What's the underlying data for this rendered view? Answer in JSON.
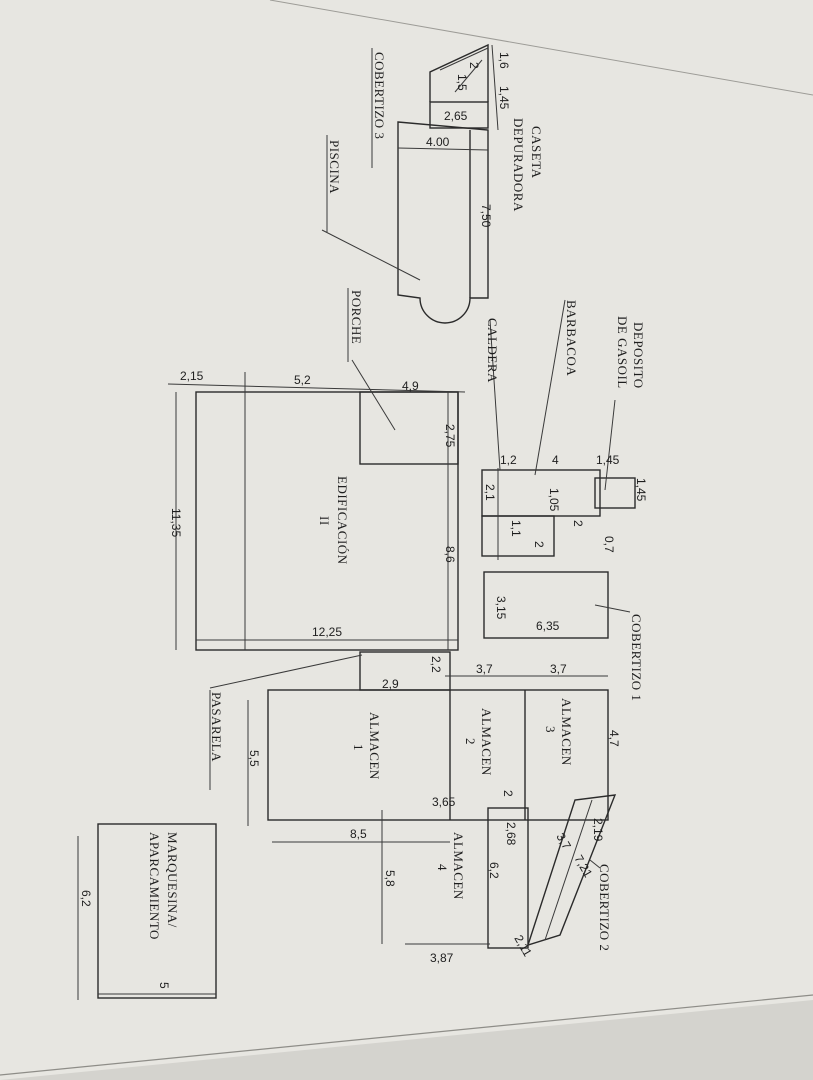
{
  "colors": {
    "paper": "#e7e6e1",
    "ink": "#2b2b2b",
    "background": "#d9d8d3"
  },
  "labels": {
    "cobertizo3": "COBERTIZO 3",
    "caseta_depuradora": "CASETA DEPURADORA",
    "piscina": "PISCINA",
    "porche": "PORCHE",
    "caldera": "CALDERA",
    "barbacoa": "BARBACOA",
    "deposito_gasoil": "DEPOSITO DE GASOIL",
    "edificacion_ii": "EDIFICACIÓN II",
    "cobertizo1": "COBERTIZO 1",
    "almacen3": "ALMACEN 3",
    "almacen2": "ALMACEN 2",
    "almacen1": "ALMACEN 1",
    "almacen4": "ALMACEN 4",
    "cobertizo2": "COBERTIZO 2",
    "pasarela": "PASARELA",
    "marquesina": "MARQUESINA/ APARCAMIENTO"
  },
  "dimensions": {
    "d_1_6": "1,6",
    "d_1_45a": "1,45",
    "d_2_top": "2",
    "d_1_5": "1,5",
    "d_2_65": "2,65",
    "d_4_00": "4.00",
    "d_7_50": "7,50",
    "d_2_15": "2,15",
    "d_5_2": "5,2",
    "d_4_9": "4,9",
    "d_2_75": "2,75",
    "d_8_6": "8,6",
    "d_11_35": "11,35",
    "d_12_25": "12,25",
    "d_1_2": "1,2",
    "d_4": "4",
    "d_1_45b": "1,45",
    "d_1_45c": "1,45",
    "d_2_1": "2,1",
    "d_1_05": "1,05",
    "d_2_mid": "2",
    "d_1_1": "1,1",
    "d_2_bot": "2",
    "d_0_7": "0,7",
    "d_3_15": "3,15",
    "d_6_35": "6,35",
    "d_2_2": "2,2",
    "d_2_9": "2,9",
    "d_3_7a": "3,7",
    "d_3_7b": "3,7",
    "d_4_7": "4,7",
    "d_2_small": "2",
    "d_5_5": "5,5",
    "d_3_65": "3,65",
    "d_2_68": "2,68",
    "d_8_5": "8,5",
    "d_6_2a": "6,2",
    "d_5_8": "5,8",
    "d_3_87": "3,87",
    "d_2_19": "2,19",
    "d_3_7c": "3,7",
    "d_7_21": "7,21",
    "d_2_11": "2,11",
    "d_6_2b": "6,2",
    "d_5": "5"
  }
}
